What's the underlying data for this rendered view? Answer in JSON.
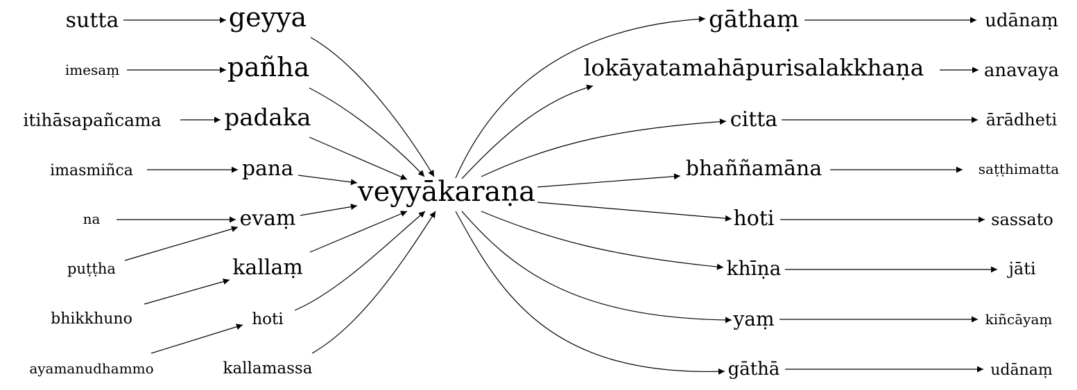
{
  "nodes": {
    "sutta": "sutta",
    "geyya": "geyya",
    "imesam": "imesaṃ",
    "panha": "pañha",
    "itihasapancama": "itihāsapañcama",
    "padaka": "padaka",
    "imasminca": "imasmiñca",
    "pana": "pana",
    "na": "na",
    "evam": "evaṃ",
    "puttha": "puṭṭha",
    "kallam": "kallaṃ",
    "bhikkhuno": "bhikkhuno",
    "hoti_left": "hoti",
    "ayamanudhammo": "ayamanudhammo",
    "kallamassa": "kallamassa",
    "veyyakarana": "veyyākaraṇa",
    "gatham": "gāthaṃ",
    "udanam_1": "udānaṃ",
    "lokayata": "lokāyatamahāpurisalakkhaṇa",
    "anavaya": "anavaya",
    "citta": "citta",
    "aradheti": "ārādheti",
    "bhannamana": "bhaññamāna",
    "satthimatta": "saṭṭhimatta",
    "hoti_right": "hoti",
    "sassato": "sassato",
    "khina": "khīṇa",
    "jati": "jāti",
    "yam": "yaṃ",
    "kincayam": "kiñcāyaṃ",
    "gatha": "gāthā",
    "udanam_2": "udānaṃ"
  },
  "edges": [
    [
      "sutta",
      "geyya"
    ],
    [
      "imesam",
      "panha"
    ],
    [
      "itihasapancama",
      "padaka"
    ],
    [
      "imasminca",
      "pana"
    ],
    [
      "na",
      "evam"
    ],
    [
      "puttha",
      "evam"
    ],
    [
      "bhikkhuno",
      "kallam"
    ],
    [
      "ayamanudhammo",
      "hoti_left"
    ],
    [
      "geyya",
      "veyyakarana"
    ],
    [
      "panha",
      "veyyakarana"
    ],
    [
      "padaka",
      "veyyakarana"
    ],
    [
      "pana",
      "veyyakarana"
    ],
    [
      "evam",
      "veyyakarana"
    ],
    [
      "kallam",
      "veyyakarana"
    ],
    [
      "hoti_left",
      "veyyakarana"
    ],
    [
      "kallamassa",
      "veyyakarana"
    ],
    [
      "veyyakarana",
      "gatham"
    ],
    [
      "veyyakarana",
      "lokayata"
    ],
    [
      "veyyakarana",
      "citta"
    ],
    [
      "veyyakarana",
      "bhannamana"
    ],
    [
      "veyyakarana",
      "hoti_right"
    ],
    [
      "veyyakarana",
      "khina"
    ],
    [
      "veyyakarana",
      "yam"
    ],
    [
      "veyyakarana",
      "gatha"
    ],
    [
      "gatham",
      "udanam_1"
    ],
    [
      "lokayata",
      "anavaya"
    ],
    [
      "citta",
      "aradheti"
    ],
    [
      "bhannamana",
      "satthimatta"
    ],
    [
      "hoti_right",
      "sassato"
    ],
    [
      "khina",
      "jati"
    ],
    [
      "yam",
      "kincayam"
    ],
    [
      "gatha",
      "udanam_2"
    ]
  ]
}
